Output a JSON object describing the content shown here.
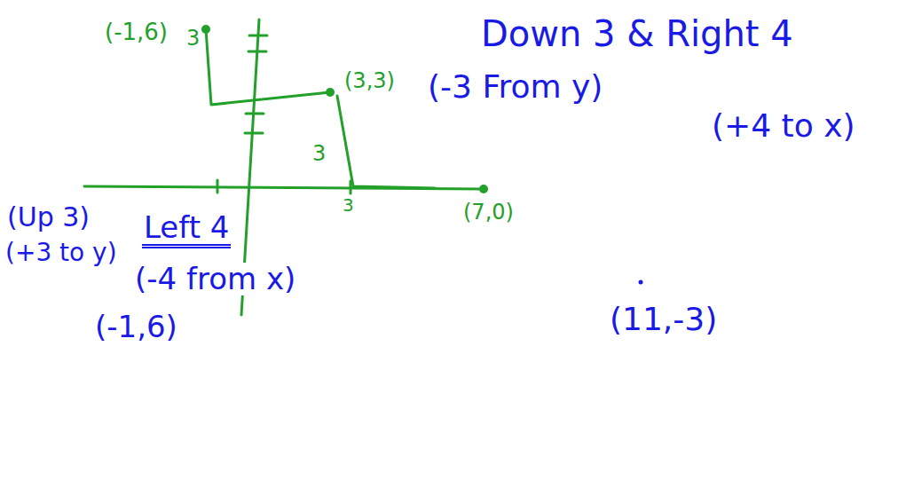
{
  "diagram": {
    "labels": [
      "(-1,6)",
      "3",
      "(3,3)",
      "3",
      "3",
      "(7,0)",
      "Down 3 & Right 4",
      "(-3 From y)",
      "(+4 to x)",
      "(Up 3)",
      "(+3 to y)",
      "Left 4",
      "(-4 from x)",
      "(-1,6)",
      "(11,-3)"
    ]
  }
}
